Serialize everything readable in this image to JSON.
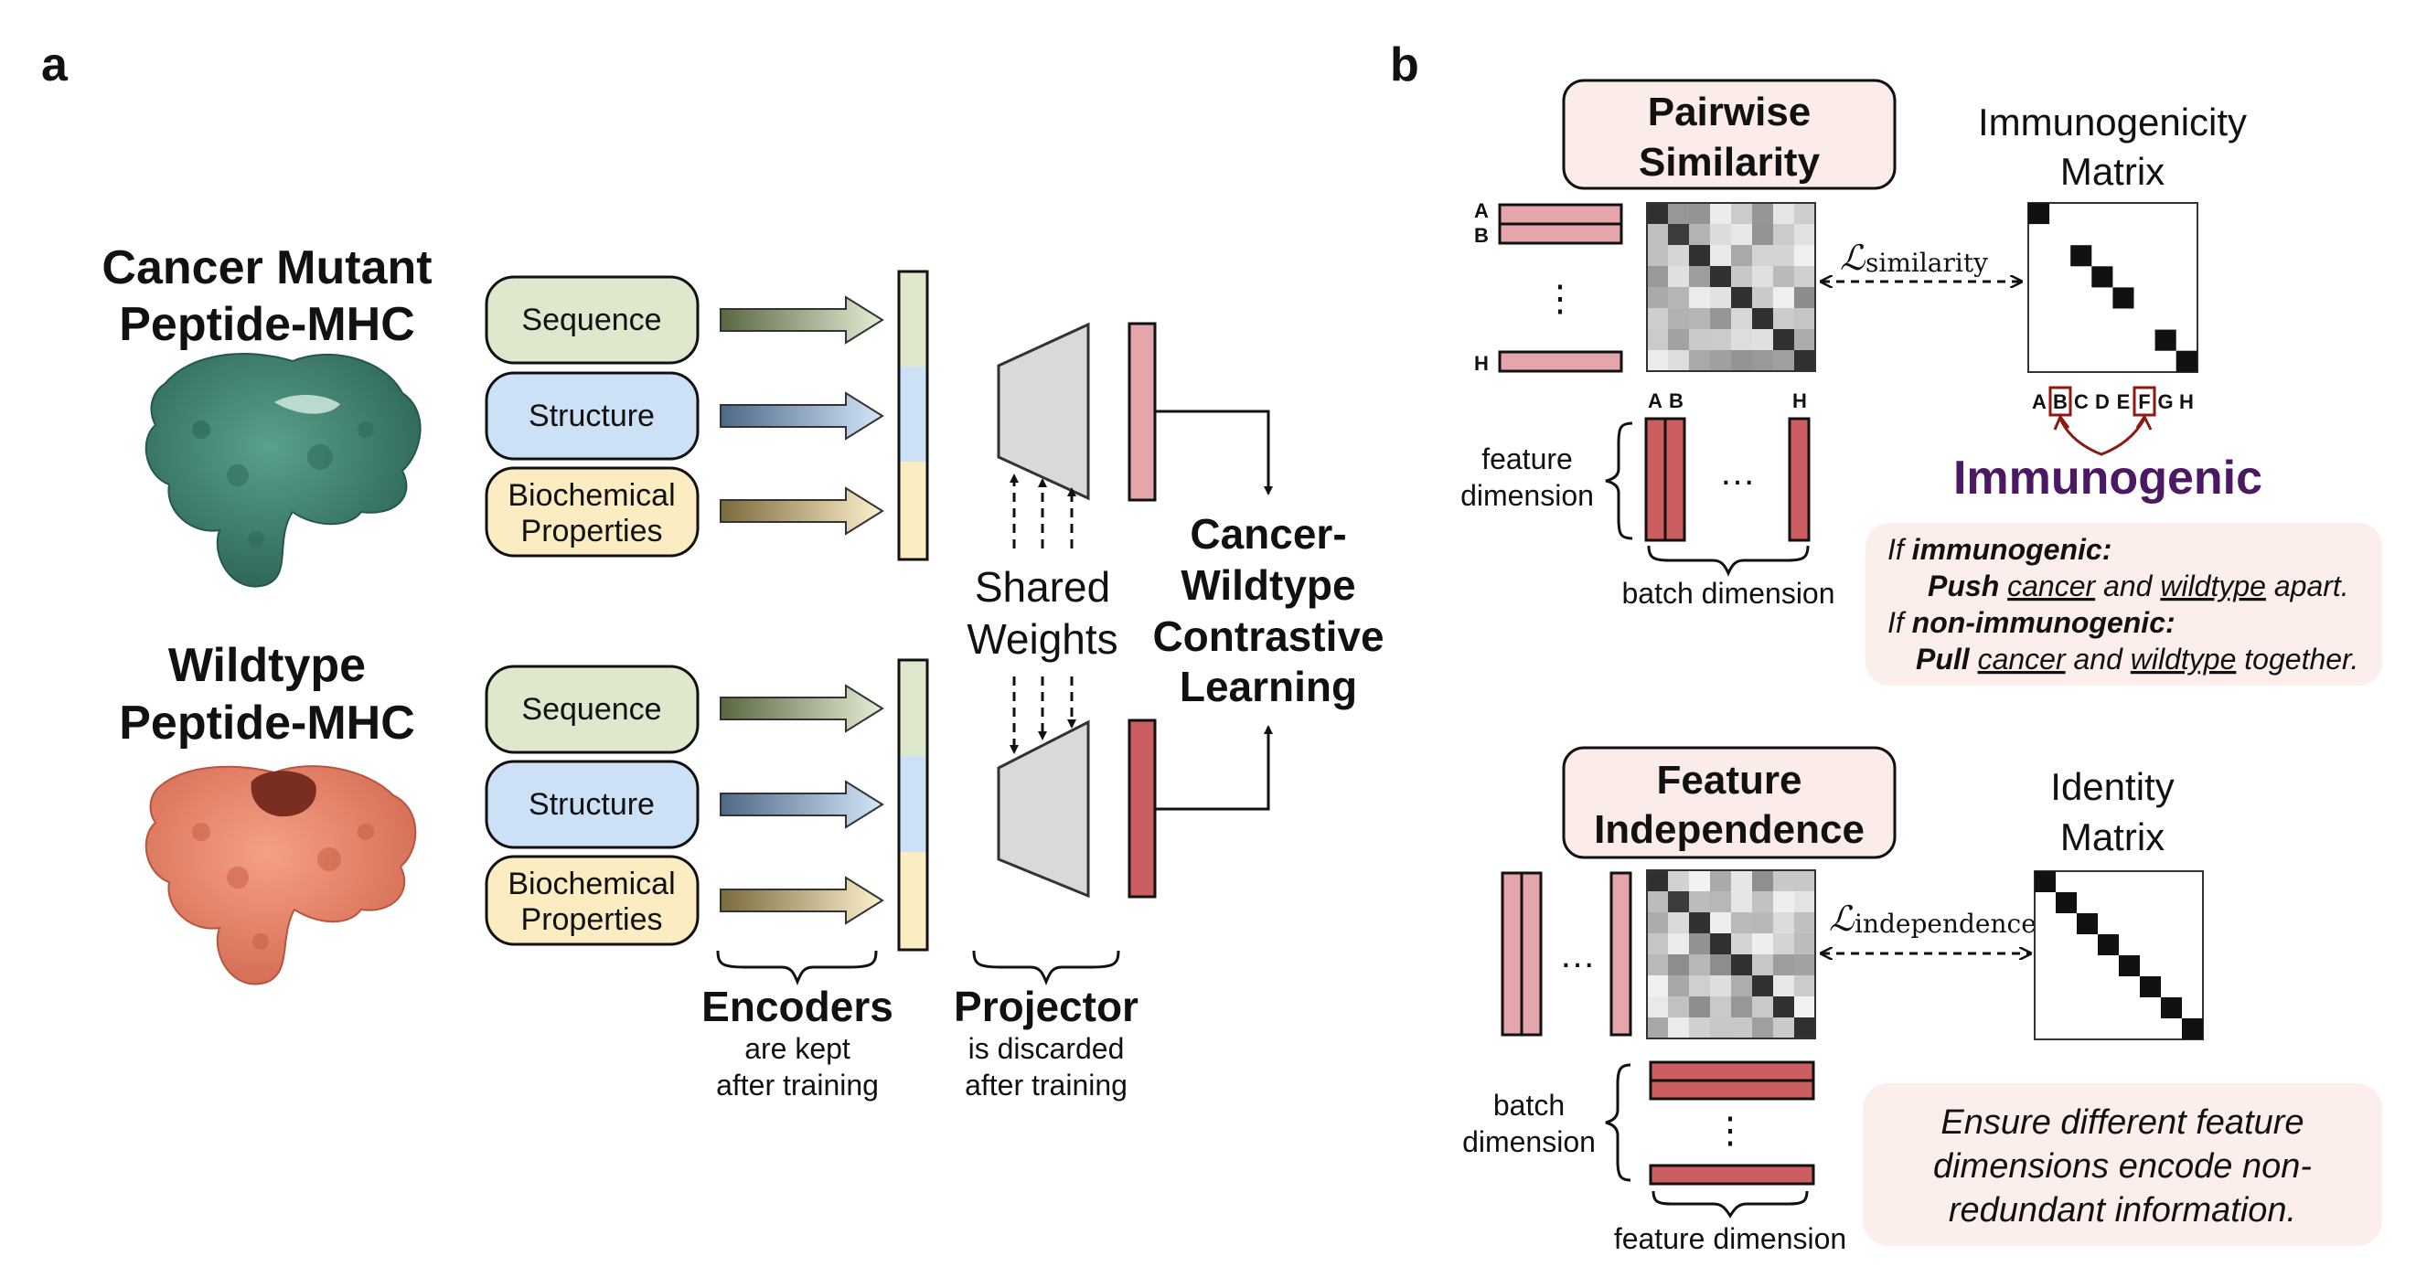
{
  "panel_a": {
    "label": "a",
    "cancer_title": [
      "Cancer Mutant",
      "Peptide-MHC"
    ],
    "wildtype_title": [
      "Wildtype",
      "Peptide-MHC"
    ],
    "modalities": {
      "sequence": "Sequence",
      "structure": "Structure",
      "biochem_line1": "Biochemical",
      "biochem_line2": "Properties"
    },
    "shared_weights": [
      "Shared",
      "Weights"
    ],
    "contrastive": [
      "Cancer-",
      "Wildtype",
      "Contrastive",
      "Learning"
    ],
    "encoders": {
      "title": "Encoders",
      "line1": "are kept",
      "line2": "after training"
    },
    "projector": {
      "title": "Projector",
      "line1": "is discarded",
      "line2": "after training"
    }
  },
  "panel_b": {
    "label": "b",
    "pairwise": {
      "title": [
        "Pairwise",
        "Similarity"
      ],
      "loss_main": "ℒ",
      "loss_sub": "similarity",
      "row_labels": [
        "A",
        "B",
        "H"
      ],
      "col_labels": [
        "A",
        "B",
        "H"
      ],
      "feature_dim": [
        "feature",
        "dimension"
      ],
      "batch_dim": "batch dimension",
      "ellipsis": "⋮",
      "ellipsis_h": "…"
    },
    "immuno_matrix": {
      "title": [
        "Immunogenicity",
        "Matrix"
      ],
      "axis_letters": [
        "A",
        "B",
        "C",
        "D",
        "E",
        "F",
        "G",
        "H"
      ],
      "immunogenic": "Immunogenic"
    },
    "rule_box": {
      "l1_a": "If ",
      "l1_b": "immunogenic:",
      "l2_a": "Push ",
      "l2_b": "cancer",
      "l2_c": " and ",
      "l2_d": "wildtype",
      "l2_e": " apart.",
      "l3_a": "If ",
      "l3_b": "non-immunogenic:",
      "l4_a": "Pull ",
      "l4_b": "cancer",
      "l4_c": " and ",
      "l4_d": "wildtype",
      "l4_e": " together."
    },
    "feature_independence": {
      "title": [
        "Feature",
        "Independence"
      ],
      "loss_main": "ℒ",
      "loss_sub": "independence",
      "batch_dim": [
        "batch",
        "dimension"
      ],
      "feature_dim": "feature dimension",
      "ellipsis": "⋮",
      "ellipsis_h": "…"
    },
    "identity_matrix": {
      "title": [
        "Identity",
        "Matrix"
      ]
    },
    "ensure_box": [
      "Ensure different feature",
      "dimensions encode non-",
      "redundant information."
    ]
  },
  "colors": {
    "sequence": "#dde8cd",
    "structure": "#cce0f6",
    "biochem": "#fbecc2",
    "projector": "#d9d9d9",
    "emb_light": "#e4a6aa",
    "emb_dark": "#cc5e61",
    "title_box": "#fbece9",
    "rule_box": "#fcefeb",
    "immunogenic": "#4b1862",
    "dark_red": "#8b1a10",
    "cancer_protein": "#3b7e6c",
    "wildtype_protein": "#e8836a"
  }
}
